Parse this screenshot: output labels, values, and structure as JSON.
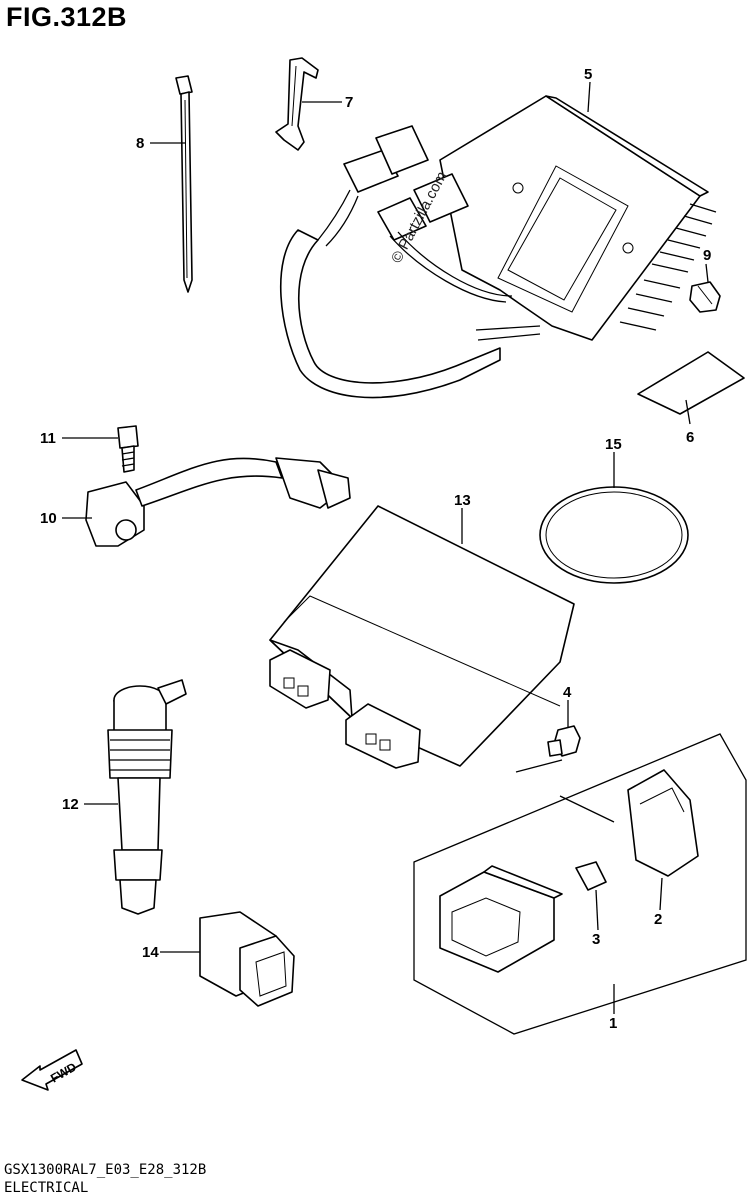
{
  "figure": {
    "title": "FIG.312B",
    "code": "GSX1300RAL7_E03_E28_312B",
    "section": "ELECTRICAL",
    "watermark": "© Partzilla.com",
    "fwd_label": "FWD"
  },
  "callouts": [
    {
      "id": "c1",
      "label": "1"
    },
    {
      "id": "c2",
      "label": "2"
    },
    {
      "id": "c3",
      "label": "3"
    },
    {
      "id": "c4",
      "label": "4"
    },
    {
      "id": "c5",
      "label": "5"
    },
    {
      "id": "c6",
      "label": "6"
    },
    {
      "id": "c7",
      "label": "7"
    },
    {
      "id": "c8",
      "label": "8"
    },
    {
      "id": "c9",
      "label": "9"
    },
    {
      "id": "c10",
      "label": "10"
    },
    {
      "id": "c11",
      "label": "11"
    },
    {
      "id": "c12",
      "label": "12"
    },
    {
      "id": "c13",
      "label": "13"
    },
    {
      "id": "c14",
      "label": "14"
    },
    {
      "id": "c15",
      "label": "15"
    }
  ]
}
